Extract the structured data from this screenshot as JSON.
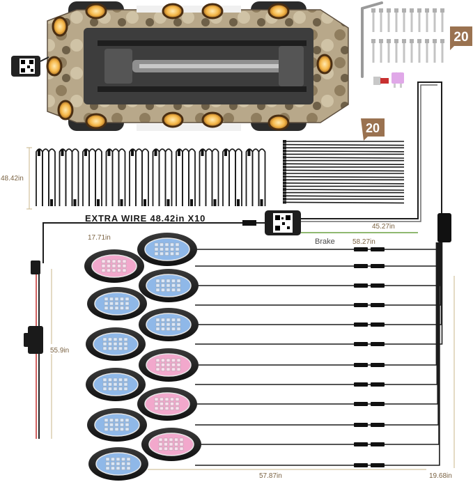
{
  "labels": {
    "hardware_count": "20",
    "zip_tie_count": "20",
    "extra_wire_height": "48.42in",
    "extra_wire_caption": "EXTRA WIRE 48.42in X10",
    "controller_to_brake": "45.27in",
    "brake_wire": "Brake",
    "left_lead": "17.71in",
    "bus_length": "58.27in",
    "power_lead": "55.9in",
    "bottom_length": "57.87in",
    "right_drop": "19.68in"
  },
  "colors": {
    "badge": "#9a7250",
    "wire": "#1c1c1c",
    "dim_line": "#c8b48a",
    "dim_text": "#7a6242",
    "led_blue": "#8fb8e8",
    "led_pink": "#f2a8cc",
    "amber": "#f5b84a",
    "brake_wire": "#8fb870"
  },
  "icons": [
    "qr-code-icon",
    "hex-key-icon",
    "fuse-icon",
    "terminal-icon"
  ]
}
